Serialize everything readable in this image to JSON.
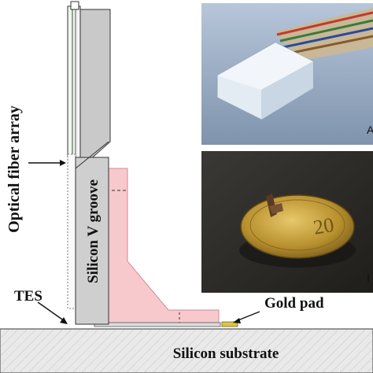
{
  "labels": {
    "fiber_array": "Optical fiber array",
    "v_groove": "Silicon V groove",
    "tes": "TES",
    "gold_pad": "Gold pad",
    "substrate": "Silicon substrate"
  },
  "photos": {
    "top": {
      "corner_letter": "A"
    },
    "bottom": {
      "corner_letter": "I",
      "coin_text": "20"
    }
  },
  "colors": {
    "groove_gray": "#c9c9c9",
    "bracket_pink": "#f7c8cc",
    "substrate_fill": "#e9e9e9",
    "gold_pad": "#d9c34a",
    "top_photo_bg": "#9db0c8",
    "bottom_photo_bg": "#2d2c28"
  }
}
